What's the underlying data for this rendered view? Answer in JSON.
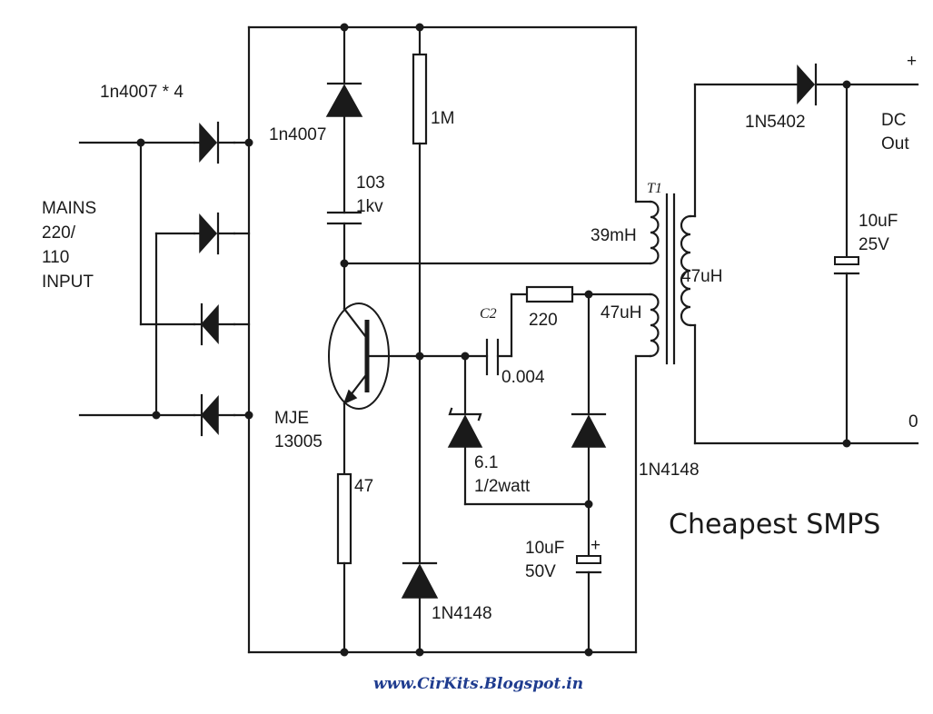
{
  "labels": {
    "bridge_diodes": "1n4007 * 4",
    "mains_1": "MAINS",
    "mains_2": "220/",
    "mains_3": "110",
    "mains_4": "INPUT",
    "d_snubber": "1n4007",
    "c_snubber_1": "103",
    "c_snubber_2": "1kv",
    "r_start": "1M",
    "transistor_1": "MJE",
    "transistor_2": "13005",
    "r_emitter": "47",
    "d_base": "1N4148",
    "cap_feedback_ref": "C2",
    "cap_feedback_val": "0.004",
    "r_feedback": "220",
    "zener_1": "6.1",
    "zener_2": "1/2watt",
    "cap_aux_1": "10uF",
    "cap_aux_2": "50V",
    "d_aux": "1N4148",
    "transformer_ref": "T1",
    "primary": "39mH",
    "feedback_winding": "47uH",
    "secondary": "47uH",
    "d_output": "1N5402",
    "out_plus": "+",
    "out_1": "DC",
    "out_2": "Out",
    "cap_out_1": "10uF",
    "cap_out_2": "25V",
    "out_zero": "0"
  },
  "title": "Cheapest SMPS",
  "url": "www.CirKits.Blogspot.in"
}
